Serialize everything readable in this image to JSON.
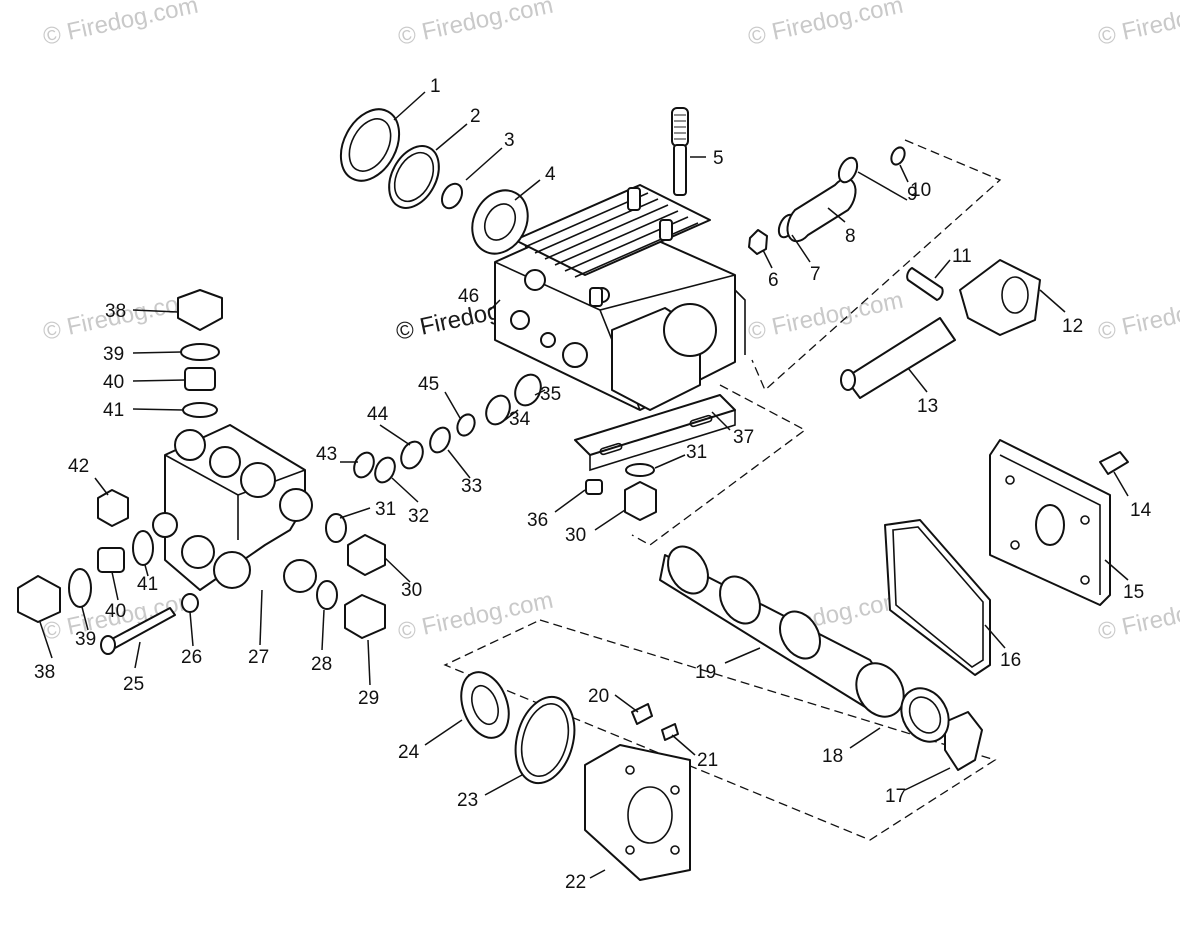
{
  "watermark": "© Firedog.com",
  "colors": {
    "line": "#111111",
    "watermark": "#c9c9c9",
    "background": "#ffffff"
  },
  "callouts": [
    "1",
    "2",
    "3",
    "4",
    "5",
    "6",
    "7",
    "8",
    "9",
    "10",
    "11",
    "12",
    "13",
    "14",
    "15",
    "16",
    "17",
    "18",
    "19",
    "20",
    "21",
    "22",
    "23",
    "24",
    "25",
    "26",
    "27",
    "28",
    "29",
    "30",
    "31",
    "32",
    "33",
    "34",
    "35",
    "36",
    "37",
    "38",
    "39",
    "40",
    "41",
    "42",
    "43",
    "44",
    "45",
    "46"
  ]
}
